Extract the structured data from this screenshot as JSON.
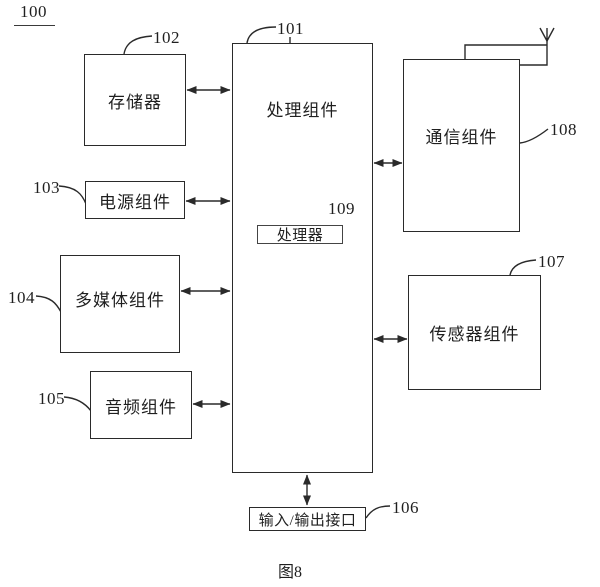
{
  "figure": {
    "ref_label": "100",
    "caption": "图8",
    "colors": {
      "line": "#2a2a2a",
      "background": "#ffffff"
    },
    "blocks": {
      "memory": {
        "ref": "102",
        "label": "存储器"
      },
      "processing": {
        "ref": "101",
        "label": "处理组件"
      },
      "processor": {
        "ref": "109",
        "label": "处理器"
      },
      "power": {
        "ref": "103",
        "label": "电源组件"
      },
      "multimedia": {
        "ref": "104",
        "label": "多媒体组件"
      },
      "audio": {
        "ref": "105",
        "label": "音频组件"
      },
      "communication": {
        "ref": "108",
        "label": "通信组件"
      },
      "sensor": {
        "ref": "107",
        "label": "传感器组件"
      },
      "io": {
        "ref": "106",
        "label": "输入/输出接口"
      }
    }
  }
}
